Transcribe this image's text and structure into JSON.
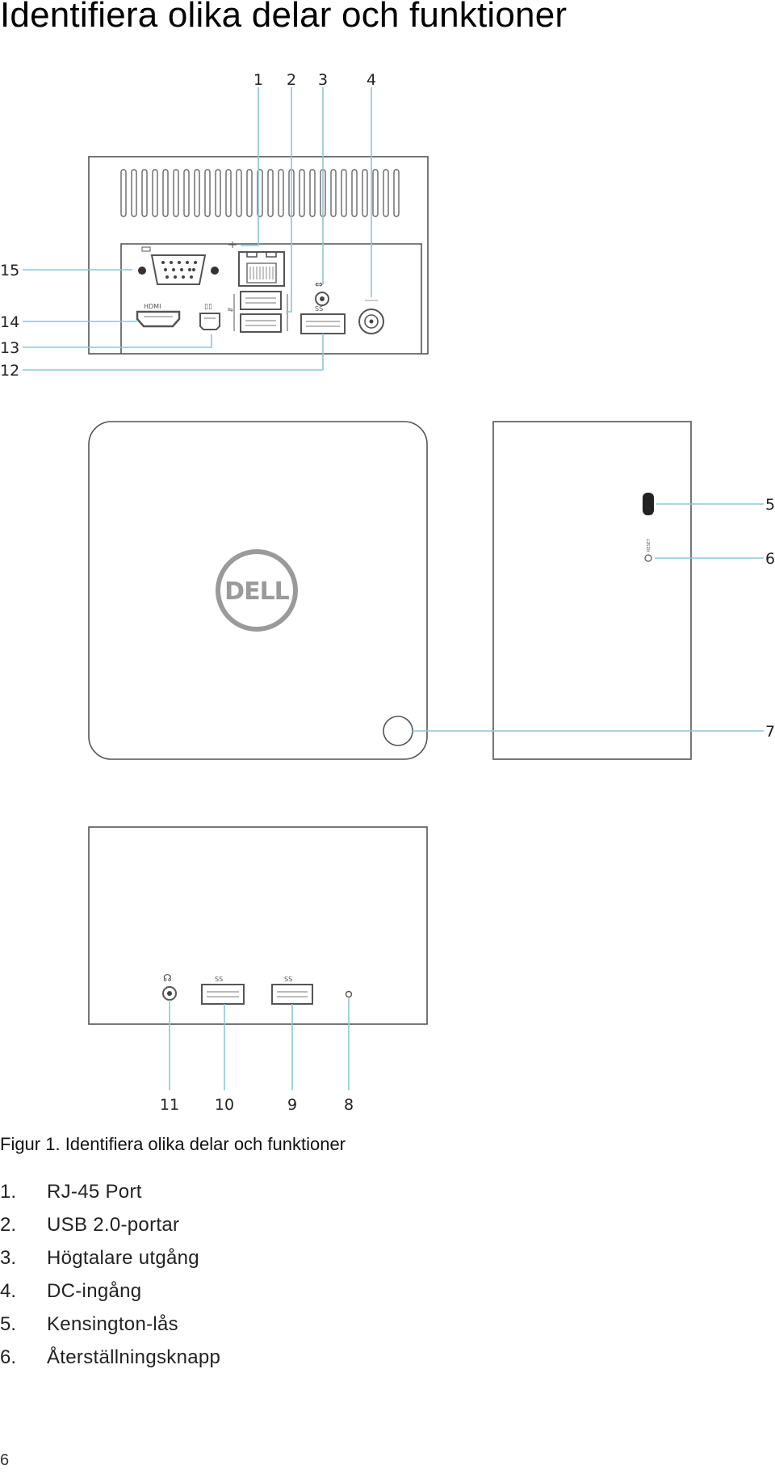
{
  "page": {
    "title": "Identifiera olika delar och funktioner",
    "caption": "Figur 1. Identifiera olika delar och funktioner",
    "page_number": "6"
  },
  "callouts": {
    "c1": "1",
    "c2": "2",
    "c3": "3",
    "c4": "4",
    "c5": "5",
    "c6": "6",
    "c7": "7",
    "c8": "8",
    "c9": "9",
    "c10": "10",
    "c11": "11",
    "c12": "12",
    "c13": "13",
    "c14": "14",
    "c15": "15"
  },
  "port_labels": {
    "hdmi": "HDMI",
    "logo": "DELL",
    "reset": "RESET",
    "usb3": "SS"
  },
  "parts_list": [
    {
      "num": "1.",
      "label": "RJ-45 Port"
    },
    {
      "num": "2.",
      "label": "USB 2.0-portar"
    },
    {
      "num": "3.",
      "label": "Högtalare utgång"
    },
    {
      "num": "4.",
      "label": "DC-ingång"
    },
    {
      "num": "5.",
      "label": "Kensington-lås"
    },
    {
      "num": "6.",
      "label": "Återställningsknapp"
    }
  ],
  "colors": {
    "leader_line": "#8cc7d6",
    "outline": "#555555",
    "logo_gray": "#9a9a9a"
  }
}
